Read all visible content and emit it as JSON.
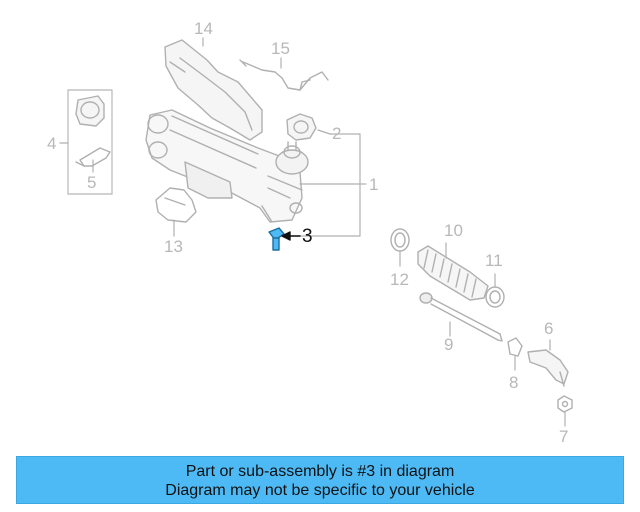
{
  "callouts": {
    "c1": "1",
    "c2": "2",
    "c3": "3",
    "c4": "4",
    "c5": "5",
    "c6": "6",
    "c7": "7",
    "c8": "8",
    "c9": "9",
    "c10": "10",
    "c11": "11",
    "c12": "12",
    "c13": "13",
    "c14": "14",
    "c15": "15"
  },
  "highlighted_part": "3",
  "caption": {
    "line1": "Part or sub-assembly is #3 in diagram",
    "line2": "Diagram may not be specific to your vehicle"
  },
  "colors": {
    "part_outline": "#b0b0b0",
    "highlight_fill": "#4dbaf5",
    "caption_bg": "#4dbaf5"
  }
}
